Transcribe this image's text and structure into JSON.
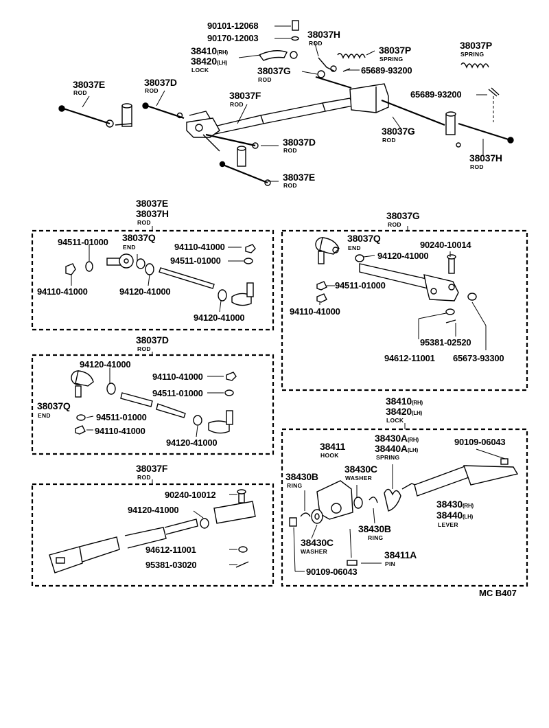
{
  "labels": {
    "p_90101_12068": "90101-12068",
    "p_90170_12003": "90170-12003",
    "p_38037H_top": "38037H",
    "p_rod_H_top": "ROD",
    "p_38037P_mid": "38037P",
    "p_spring_mid": "SPRING",
    "p_38037P_right": "38037P",
    "p_spring_right": "SPRING",
    "p_38410_top": "38410",
    "p_rh_a": "(RH)",
    "p_38420_top": "38420",
    "p_lh_a": "(LH)",
    "p_lock_top": "LOCK",
    "p_38037G_top": "38037G",
    "p_rod_G_top": "ROD",
    "p_65689_a": "65689-93200",
    "p_65689_b": "65689-93200",
    "p_38037E_tl": "38037E",
    "p_rod_E_tl": "ROD",
    "p_38037D_tl": "38037D",
    "p_rod_D_tl": "ROD",
    "p_38037F_top": "38037F",
    "p_rod_F_top": "ROD",
    "p_38037G_mid": "38037G",
    "p_rod_G_mid": "ROD",
    "p_38037D_mid": "38037D",
    "p_rod_D_mid": "ROD",
    "p_38037H_r": "38037H",
    "p_rod_H_r": "ROD",
    "p_38037E_b": "38037E",
    "p_rod_E_b": "ROD",
    "s1_title1": "38037E",
    "s1_title2": "38037H",
    "s1_rod": "ROD",
    "s1_94511_a": "94511-01000",
    "s1_38037Q": "38037Q",
    "s1_end": "END",
    "s1_94110_a": "94110-41000",
    "s1_94511_b": "94511-01000",
    "s1_94110_b": "94110-41000",
    "s1_94120_a": "94120-41000",
    "s1_94120_b": "94120-41000",
    "s2_title": "38037G",
    "s2_rod": "ROD",
    "s2_38037Q": "38037Q",
    "s2_end": "END",
    "s2_90240": "90240-10014",
    "s2_94120": "94120-41000",
    "s2_94511": "94511-01000",
    "s2_94110": "94110-41000",
    "s2_95381": "95381-02520",
    "s2_94612": "94612-11001",
    "s2_65673": "65673-93300",
    "s3_title": "38037D",
    "s3_rod": "ROD",
    "s3_94120_a": "94120-41000",
    "s3_94110_a": "94110-41000",
    "s3_94511_a": "94511-01000",
    "s3_38037Q": "38037Q",
    "s3_end": "END",
    "s3_94511_b": "94511-01000",
    "s3_94110_b": "94110-41000",
    "s3_94120_b": "94120-41000",
    "s4_title": "38037F",
    "s4_rod": "ROD",
    "s4_90240": "90240-10012",
    "s4_94120": "94120-41000",
    "s4_94612": "94612-11001",
    "s4_95381": "95381-03020",
    "s5_title1": "38410",
    "s5_rh1": "(RH)",
    "s5_title2": "38420",
    "s5_lh1": "(LH)",
    "s5_lock": "LOCK",
    "s5_38411": "38411",
    "s5_hook": "HOOK",
    "s5_38430A": "38430A",
    "s5_rh2": "(RH)",
    "s5_38440A": "38440A",
    "s5_lh2": "(LH)",
    "s5_spring": "SPRING",
    "s5_90109_a": "90109-06043",
    "s5_38430B_a": "38430B",
    "s5_ring_a": "RING",
    "s5_38430C_a": "38430C",
    "s5_washer_a": "WASHER",
    "s5_38430": "38430",
    "s5_rh3": "(RH)",
    "s5_38440": "38440",
    "s5_lh3": "(LH)",
    "s5_lever": "LEVER",
    "s5_38430B_b": "38430B",
    "s5_ring_b": "RING",
    "s5_38430C_b": "38430C",
    "s5_washer_b": "WASHER",
    "s5_38411A": "38411A",
    "s5_pin": "PIN",
    "s5_90109_b": "90109-06043"
  },
  "footer_code": "MC B407"
}
